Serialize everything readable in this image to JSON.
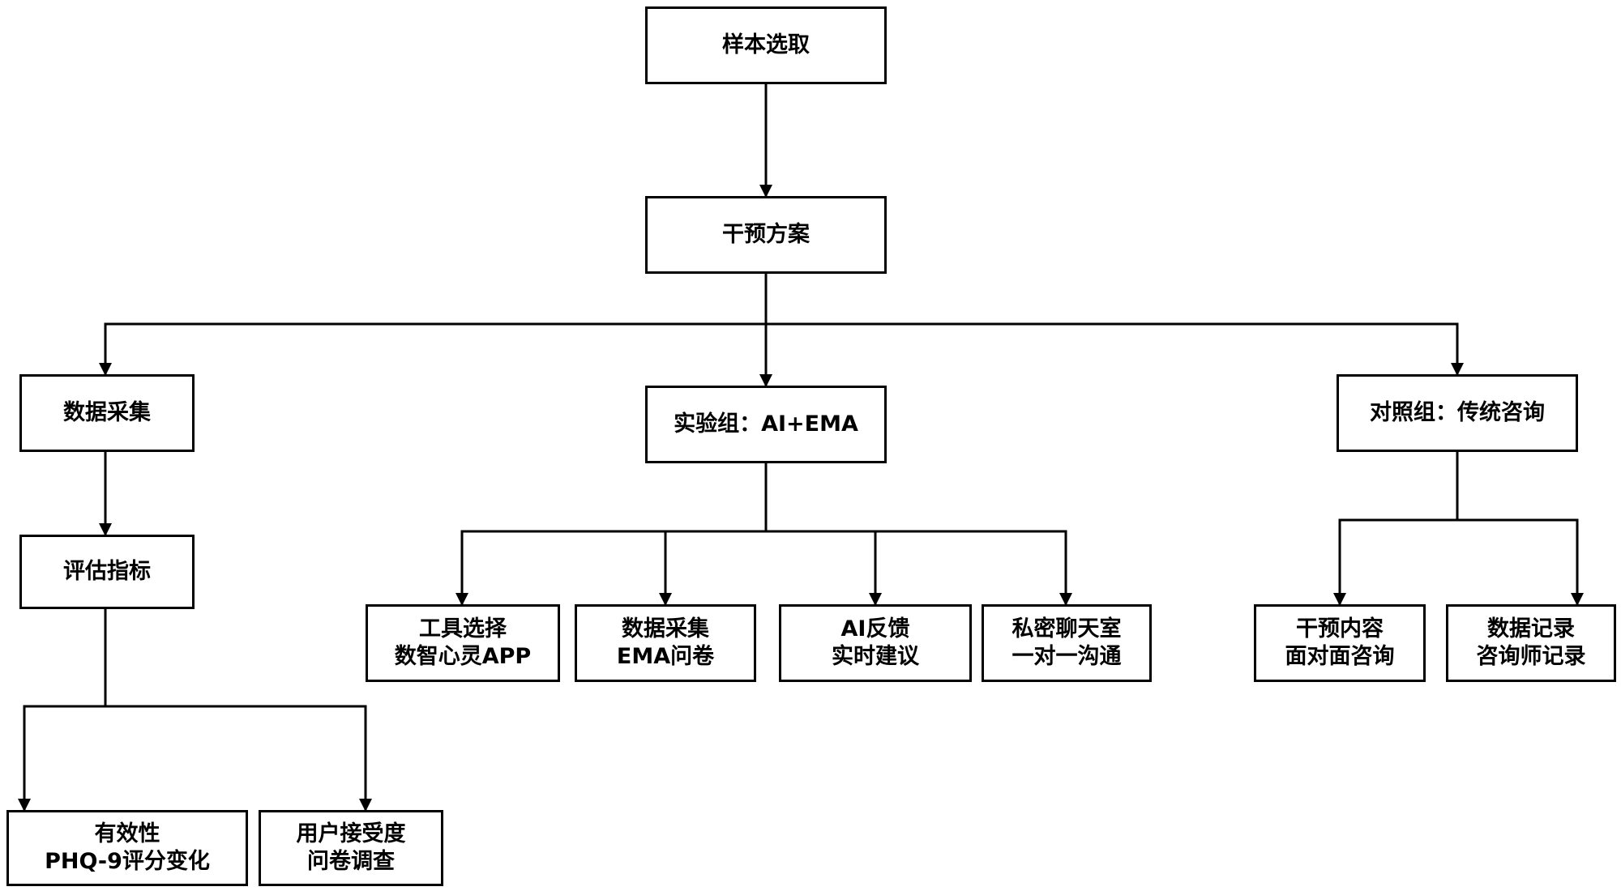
{
  "nodes": {
    "sample": {
      "line1": "样本选取"
    },
    "plan": {
      "line1": "干预方案"
    },
    "collect": {
      "line1": "数据采集"
    },
    "experiment": {
      "line1": "实验组：AI+EMA"
    },
    "control": {
      "line1": "对照组：传统咨询"
    },
    "metrics": {
      "line1": "评估指标"
    },
    "tool": {
      "line1": "工具选择",
      "line2": "数智心灵APP"
    },
    "ema": {
      "line1": "数据采集",
      "line2": "EMA问卷"
    },
    "ai": {
      "line1": "AI反馈",
      "line2": "实时建议"
    },
    "chat": {
      "line1": "私密聊天室",
      "line2": "一对一沟通"
    },
    "content": {
      "line1": "干预内容",
      "line2": "面对面咨询"
    },
    "record": {
      "line1": "数据记录",
      "line2": "咨询师记录"
    },
    "efficacy": {
      "line1": "有效性",
      "line2": "PHQ-9评分变化"
    },
    "acceptance": {
      "line1": "用户接受度",
      "line2": "问卷调查"
    }
  },
  "colors": {
    "stroke": "#000000",
    "fill": "#ffffff"
  }
}
